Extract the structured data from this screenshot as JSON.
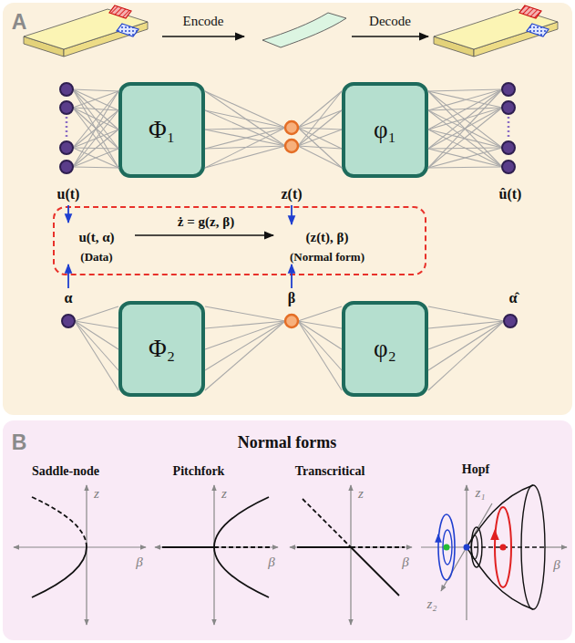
{
  "diagram": {
    "nodes": [
      {
        "text": [
          "A"
        ]
      },
      {
        "text": [
          "Φ₁"
        ],
        "in": 0
      },
      {
        "text": [
          "φ₁"
        ],
        "in": 0
      },
      {
        "text": [
          "u(t, α)",
          "(Data)",
          "ż = g(z, β)",
          "(z(t), β)",
          "(Normal form)"
        ],
        "in": 0
      },
      {
        "text": [
          "Φ₂"
        ],
        "in": 0
      },
      {
        "text": [
          "φ₂"
        ],
        "in": 0
      },
      {
        "text": [
          "B",
          "Normal forms"
        ]
      }
    ],
    "labels": [
      "Encode",
      "Decode",
      "u(t)",
      "z(t)",
      "û(t)",
      "α",
      "β",
      "α̂",
      "Saddle-node",
      "Pitchfork",
      "Transcritical",
      "Hopf",
      "z",
      "β",
      "z",
      "β",
      "z",
      "β",
      "z₁",
      "z₂",
      "β"
    ]
  }
}
